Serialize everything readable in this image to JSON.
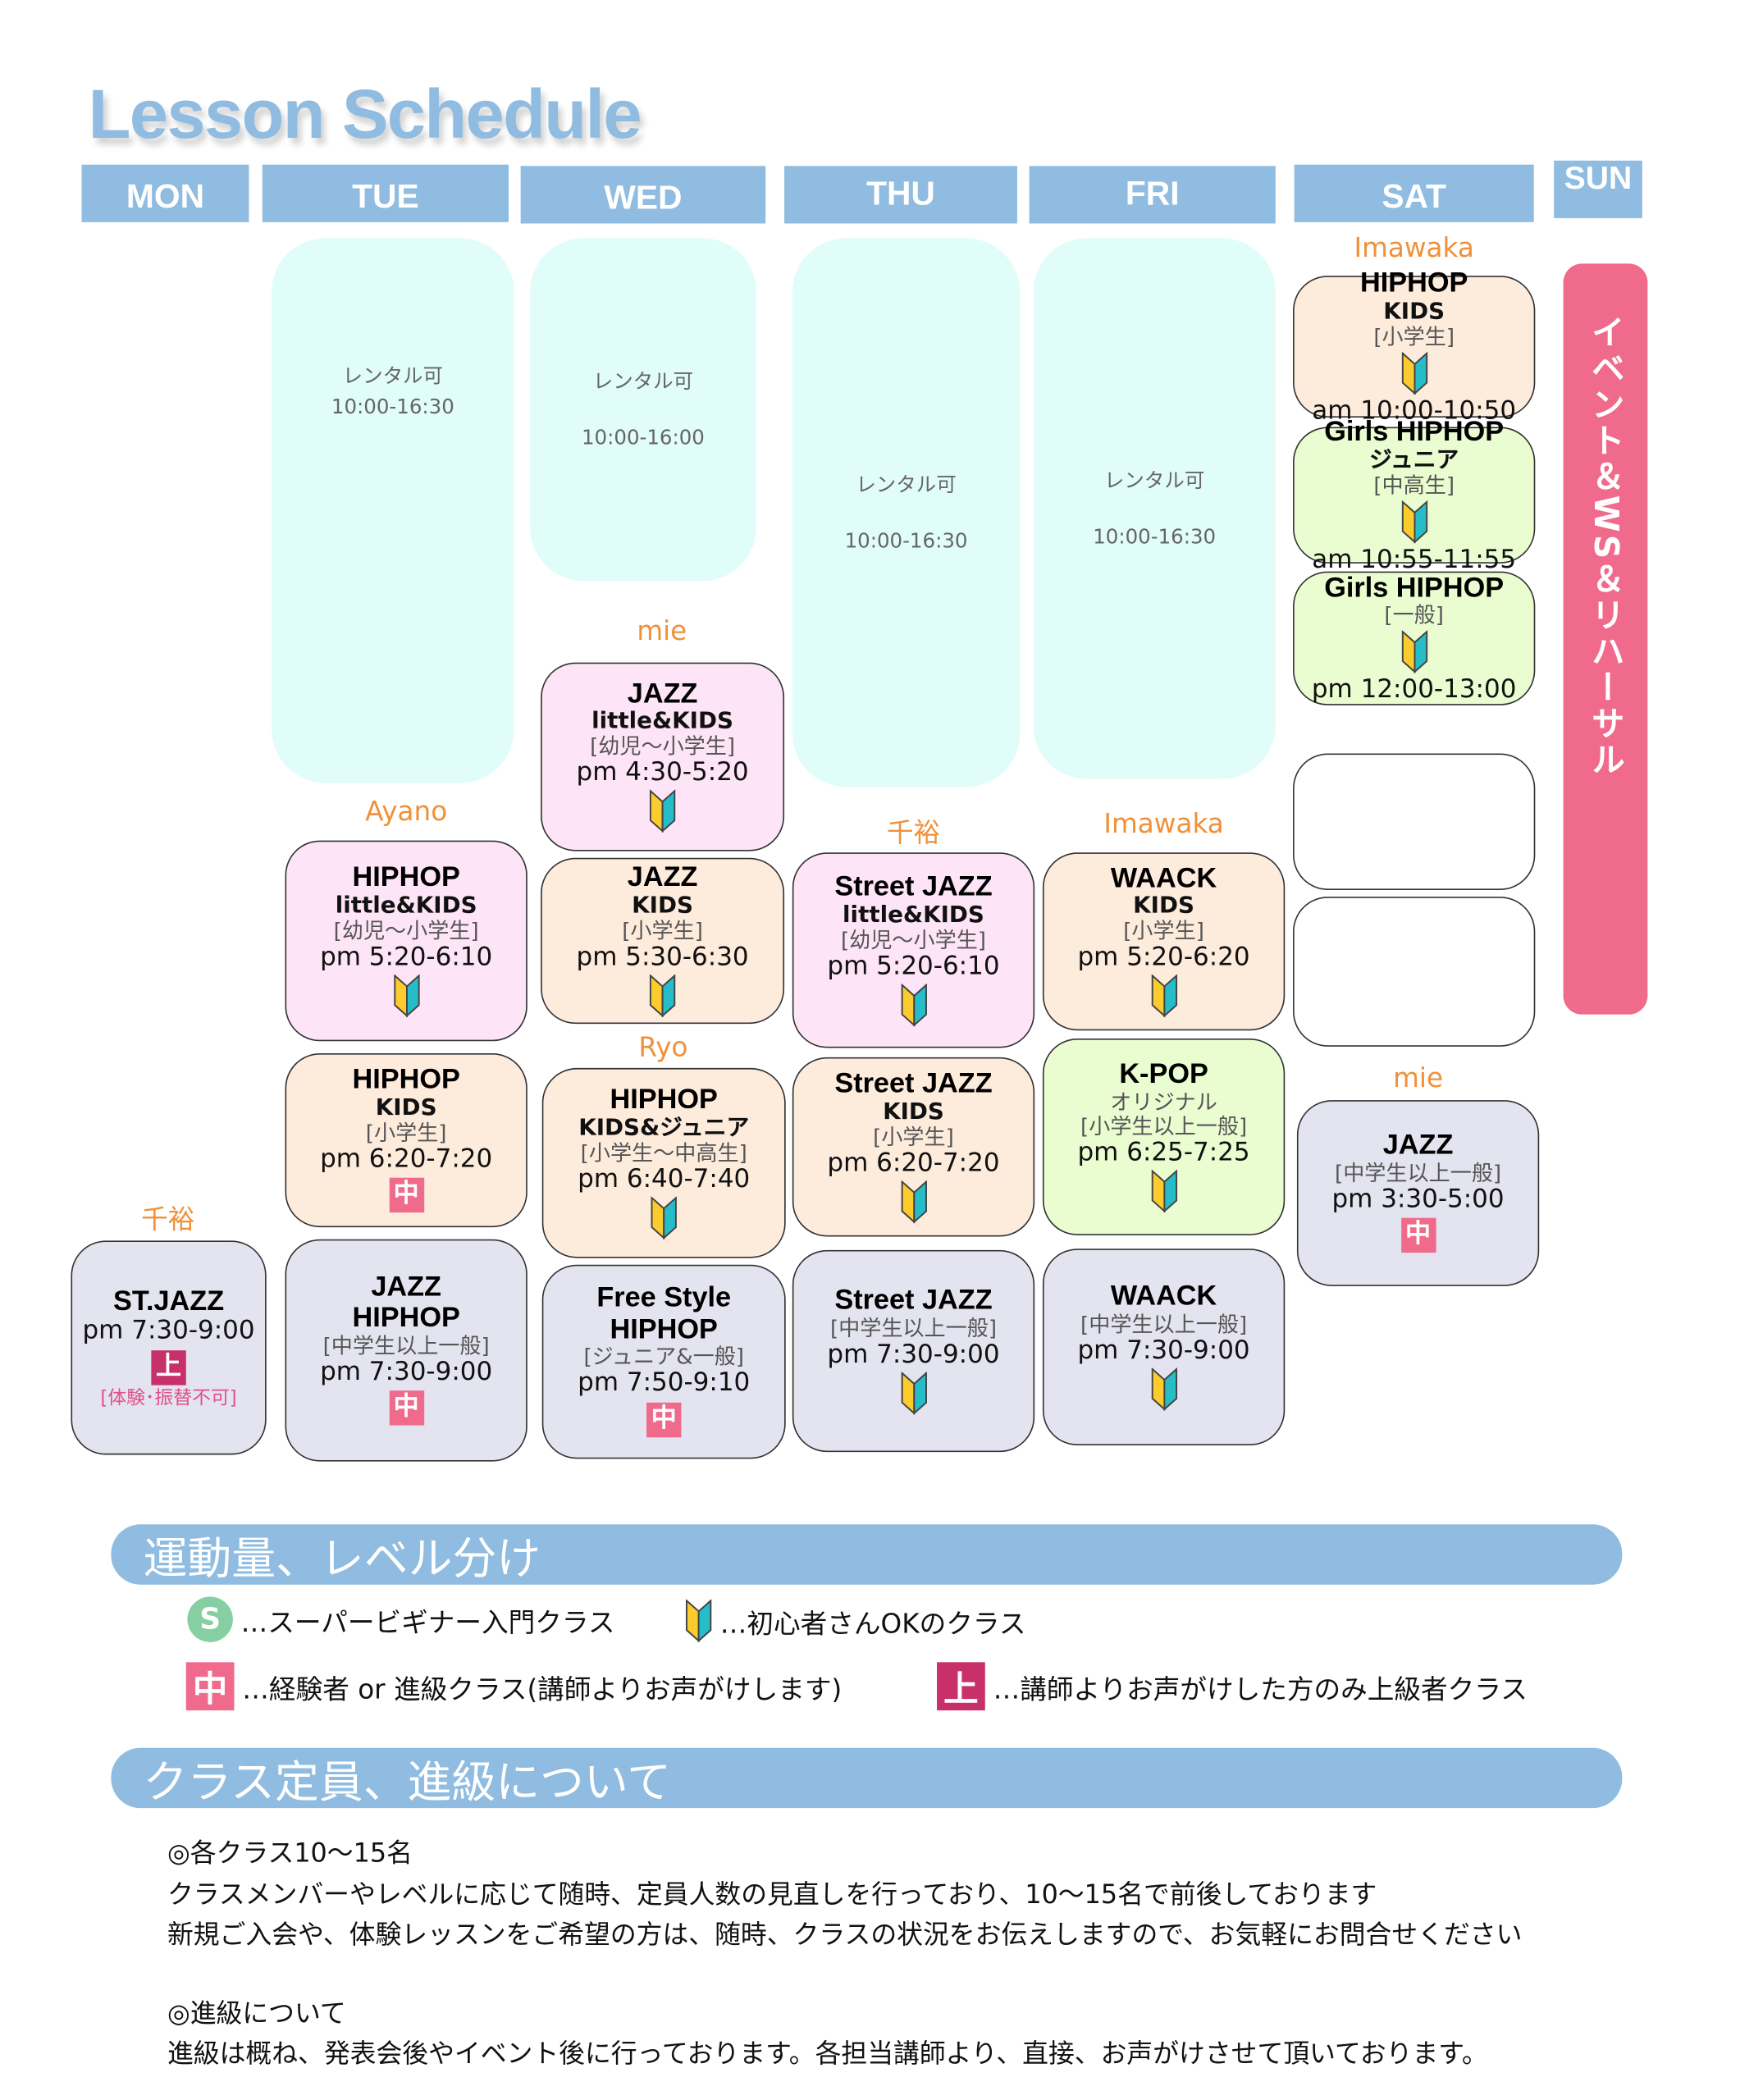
{
  "title": "Lesson Schedule",
  "days": [
    "MON",
    "TUE",
    "WED",
    "THU",
    "FRI",
    "SAT",
    "SUN"
  ],
  "rentals": [
    {
      "label": "レンタル可",
      "time": "10:00-16:30"
    },
    {
      "label": "レンタル可",
      "time": "10:00-16:00"
    },
    {
      "label": "レンタル可",
      "time": "10:00-16:30"
    },
    {
      "label": "レンタル可",
      "time": "10:00-16:30"
    }
  ],
  "teachers": {
    "sat_am": "Imawaka",
    "sat_pm": "mie",
    "wed_1": "mie",
    "wed_2": "Ryo",
    "tue": "Ayano",
    "mon": "千裕",
    "thu": "千裕",
    "fri": "Imawaka"
  },
  "event_bar": "イベント＆WS＆リハーサル",
  "cards": [
    {
      "id": "sat-hiphop-kids",
      "color": "peach",
      "lines": [
        {
          "k": "title",
          "v": "HIPHOP"
        },
        {
          "k": "sub",
          "v": "KIDS"
        },
        {
          "k": "grade",
          "v": "[小学生]"
        },
        {
          "k": "icon",
          "v": "beginner"
        },
        {
          "k": "time",
          "v": "am 10:00-10:50"
        }
      ]
    },
    {
      "id": "sat-girls-junior",
      "color": "green",
      "lines": [
        {
          "k": "title",
          "v": "Girls HIPHOP"
        },
        {
          "k": "sub",
          "v": "ジュニア"
        },
        {
          "k": "grade",
          "v": "[中高生]"
        },
        {
          "k": "icon",
          "v": "beginner"
        },
        {
          "k": "time",
          "v": "am 10:55-11:55"
        }
      ]
    },
    {
      "id": "sat-girls-general",
      "color": "green",
      "lines": [
        {
          "k": "title",
          "v": "Girls HIPHOP"
        },
        {
          "k": "grade",
          "v": "[一般]"
        },
        {
          "k": "icon",
          "v": "beginner"
        },
        {
          "k": "time",
          "v": "pm 12:00-13:00"
        }
      ]
    },
    {
      "id": "sat-empty-1",
      "color": "white",
      "lines": []
    },
    {
      "id": "sat-empty-2",
      "color": "white",
      "lines": []
    },
    {
      "id": "sat-jazz",
      "color": "lav",
      "lines": [
        {
          "k": "title",
          "v": "JAZZ"
        },
        {
          "k": "grade",
          "v": "[中学生以上一般]"
        },
        {
          "k": "time",
          "v": "pm 3:30-5:00"
        },
        {
          "k": "mid",
          "v": "中"
        }
      ]
    },
    {
      "id": "wed-jazz-little",
      "color": "pink",
      "lines": [
        {
          "k": "title",
          "v": "JAZZ"
        },
        {
          "k": "sub",
          "v": "little&KIDS"
        },
        {
          "k": "grade",
          "v": "[幼児〜小学生]"
        },
        {
          "k": "time",
          "v": "pm 4:30-5:20"
        },
        {
          "k": "icon",
          "v": "beginner"
        }
      ]
    },
    {
      "id": "wed-jazz-kids",
      "color": "peach",
      "lines": [
        {
          "k": "title",
          "v": "JAZZ"
        },
        {
          "k": "sub",
          "v": "KIDS"
        },
        {
          "k": "grade",
          "v": "[小学生]"
        },
        {
          "k": "time",
          "v": "pm 5:30-6:30"
        },
        {
          "k": "icon",
          "v": "beginner"
        }
      ]
    },
    {
      "id": "wed-hiphop-kj",
      "color": "peach",
      "lines": [
        {
          "k": "title",
          "v": "HIPHOP"
        },
        {
          "k": "sub",
          "v": "KIDS&ジュニア"
        },
        {
          "k": "grade",
          "v": "[小学生〜中高生]"
        },
        {
          "k": "time",
          "v": "pm 6:40-7:40"
        },
        {
          "k": "icon",
          "v": "beginner"
        }
      ]
    },
    {
      "id": "wed-freestyle",
      "color": "lav",
      "lines": [
        {
          "k": "title",
          "v": "Free Style"
        },
        {
          "k": "title",
          "v": "HIPHOP"
        },
        {
          "k": "grade",
          "v": "[ジュニア&一般]"
        },
        {
          "k": "time",
          "v": "pm 7:50-9:10"
        },
        {
          "k": "mid",
          "v": "中"
        }
      ]
    },
    {
      "id": "tue-hiphop-little",
      "color": "pink",
      "lines": [
        {
          "k": "title",
          "v": "HIPHOP"
        },
        {
          "k": "sub",
          "v": "little&KIDS"
        },
        {
          "k": "grade",
          "v": "[幼児〜小学生]"
        },
        {
          "k": "time",
          "v": "pm 5:20-6:10"
        },
        {
          "k": "icon",
          "v": "beginner"
        }
      ]
    },
    {
      "id": "tue-hiphop-kids",
      "color": "peach",
      "lines": [
        {
          "k": "title",
          "v": "HIPHOP"
        },
        {
          "k": "sub",
          "v": "KIDS"
        },
        {
          "k": "grade",
          "v": "[小学生]"
        },
        {
          "k": "time",
          "v": "pm 6:20-7:20"
        },
        {
          "k": "mid",
          "v": "中"
        }
      ]
    },
    {
      "id": "tue-jazz-hiphop",
      "color": "lav",
      "lines": [
        {
          "k": "title",
          "v": "JAZZ"
        },
        {
          "k": "title",
          "v": "HIPHOP"
        },
        {
          "k": "grade",
          "v": "[中学生以上一般]"
        },
        {
          "k": "time",
          "v": "pm 7:30-9:00"
        },
        {
          "k": "mid",
          "v": "中"
        }
      ]
    },
    {
      "id": "mon-stjazz",
      "color": "lav",
      "lines": [
        {
          "k": "title",
          "v": "ST.JAZZ"
        },
        {
          "k": "time",
          "v": "pm 7:30-9:00"
        },
        {
          "k": "high",
          "v": "上"
        },
        {
          "k": "note",
          "v": "[体験･振替不可]"
        }
      ]
    },
    {
      "id": "thu-street-little",
      "color": "pink",
      "lines": [
        {
          "k": "title",
          "v": "Street JAZZ"
        },
        {
          "k": "sub",
          "v": "little&KIDS"
        },
        {
          "k": "grade",
          "v": "[幼児〜小学生]"
        },
        {
          "k": "time",
          "v": "pm 5:20-6:10"
        },
        {
          "k": "icon",
          "v": "beginner"
        }
      ]
    },
    {
      "id": "thu-street-kids",
      "color": "peach",
      "lines": [
        {
          "k": "title",
          "v": "Street JAZZ"
        },
        {
          "k": "sub",
          "v": "KIDS"
        },
        {
          "k": "grade",
          "v": "[小学生]"
        },
        {
          "k": "time",
          "v": "pm 6:20-7:20"
        },
        {
          "k": "icon",
          "v": "beginner"
        }
      ]
    },
    {
      "id": "thu-street",
      "color": "lav",
      "lines": [
        {
          "k": "title",
          "v": "Street JAZZ"
        },
        {
          "k": "grade",
          "v": "[中学生以上一般]"
        },
        {
          "k": "time",
          "v": "pm 7:30-9:00"
        },
        {
          "k": "icon",
          "v": "beginner"
        }
      ]
    },
    {
      "id": "fri-waack-kids",
      "color": "peach",
      "lines": [
        {
          "k": "title",
          "v": "WAACK"
        },
        {
          "k": "sub",
          "v": "KIDS"
        },
        {
          "k": "grade",
          "v": "[小学生]"
        },
        {
          "k": "time",
          "v": "pm 5:20-6:20"
        },
        {
          "k": "icon",
          "v": "beginner"
        }
      ]
    },
    {
      "id": "fri-kpop",
      "color": "green",
      "lines": [
        {
          "k": "title",
          "v": "K-POP"
        },
        {
          "k": "grade",
          "v": "オリジナル"
        },
        {
          "k": "grade",
          "v": "[小学生以上一般]"
        },
        {
          "k": "time",
          "v": "pm 6:25-7:25"
        },
        {
          "k": "icon",
          "v": "beginner"
        }
      ]
    },
    {
      "id": "fri-waack",
      "color": "lav",
      "lines": [
        {
          "k": "title",
          "v": "WAACK"
        },
        {
          "k": "grade",
          "v": "[中学生以上一般]"
        },
        {
          "k": "time",
          "v": "pm 7:30-9:00"
        },
        {
          "k": "icon",
          "v": "beginner"
        }
      ]
    }
  ],
  "legend": {
    "heading": "運動量、レベル分け",
    "super_beginner_mark": "S",
    "super_beginner": "…スーパービギナー入門クラス",
    "beginner": "…初心者さんOKのクラス",
    "mid_mark": "中",
    "mid": "…経験者 or 進級クラス(講師よりお声がけします)",
    "high_mark": "上",
    "high": "…講師よりお声がけした方のみ上級者クラス"
  },
  "capacity": {
    "heading": "クラス定員、進級について",
    "lines": [
      "◎各クラス10〜15名",
      "クラスメンバーやレベルに応じて随時、定員人数の見直しを行っており、10〜15名で前後しております",
      "新規ご入会や、体験レッスンをご希望の方は、随時、クラスの状況をお伝えしますので、お気軽にお問合せください",
      "◎進級について",
      "進級は概ね、発表会後やイベント後に行っております。各担当講師より、直接、お声がけさせて頂いております。"
    ]
  },
  "colors": {
    "header": "#8fbce0",
    "event": "#f06b8b",
    "mid": "#f06b8b",
    "high": "#c8306a",
    "teacher": "#f0913a"
  }
}
